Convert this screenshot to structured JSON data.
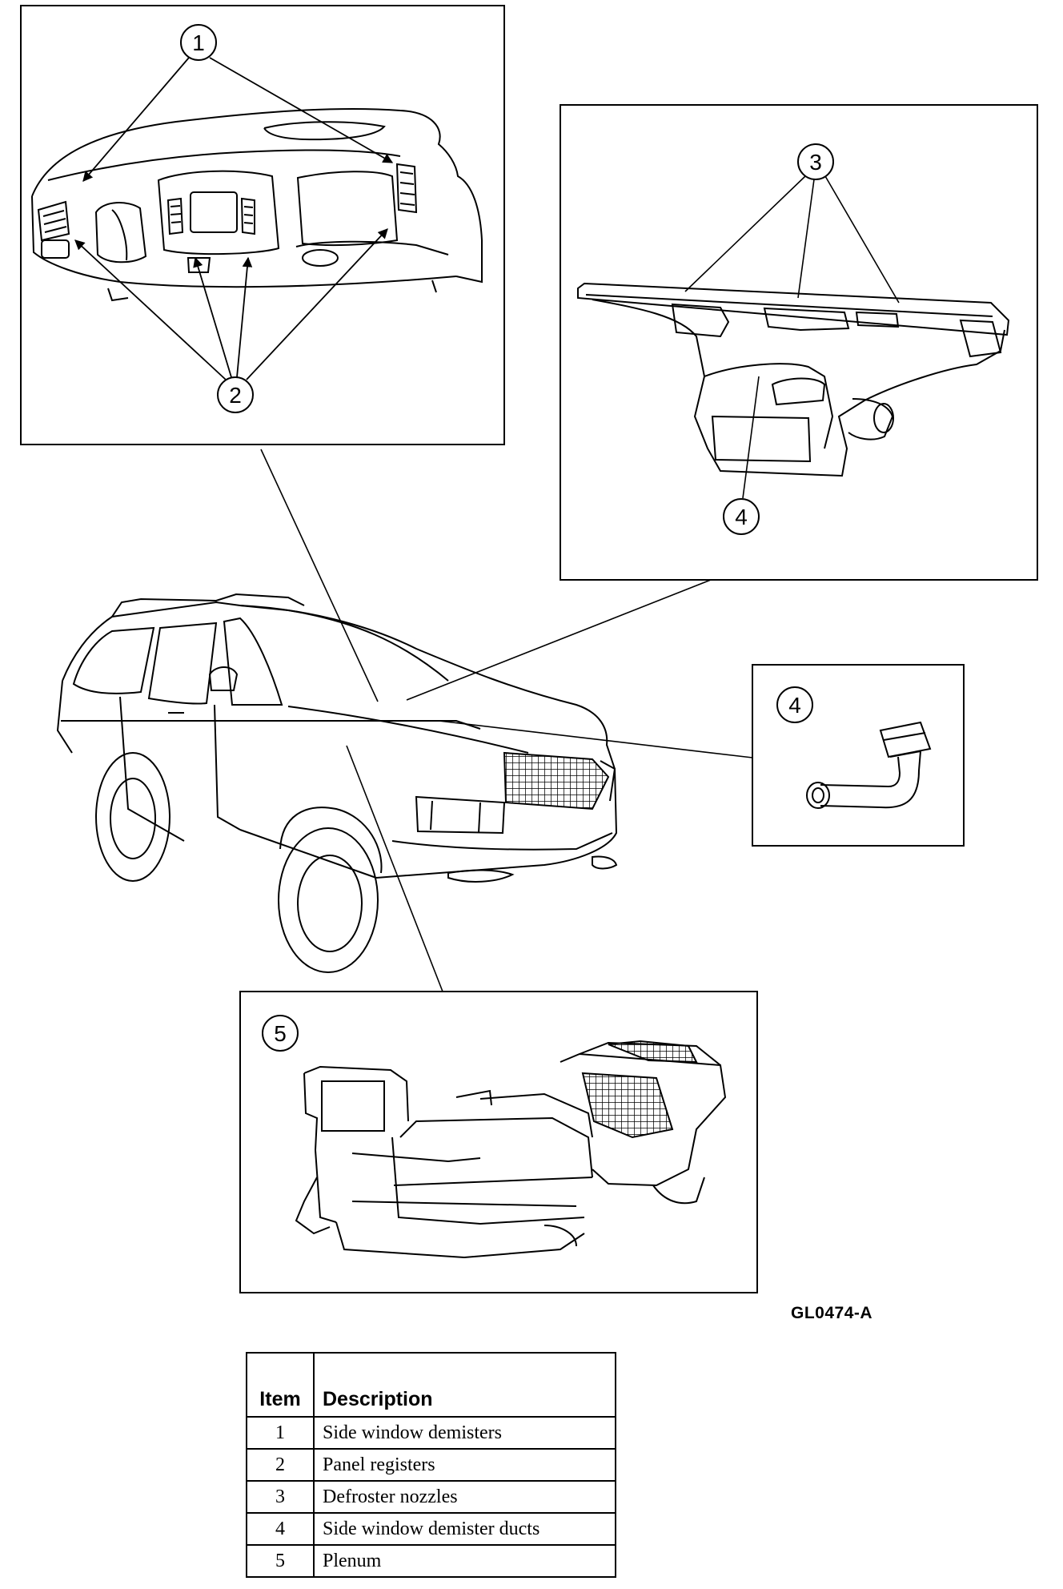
{
  "callouts": {
    "c1": "1",
    "c2": "2",
    "c3": "3",
    "c4_defroster": "4",
    "c4_ducts": "4",
    "c5": "5"
  },
  "figure_code": "GL0474-A",
  "legend": {
    "headers": {
      "item": "Item",
      "description": "Description"
    },
    "rows": [
      {
        "item": "1",
        "description": "Side window demisters"
      },
      {
        "item": "2",
        "description": "Panel registers"
      },
      {
        "item": "3",
        "description": "Defroster nozzles"
      },
      {
        "item": "4",
        "description": "Side window demister ducts"
      },
      {
        "item": "5",
        "description": "Plenum"
      }
    ]
  }
}
